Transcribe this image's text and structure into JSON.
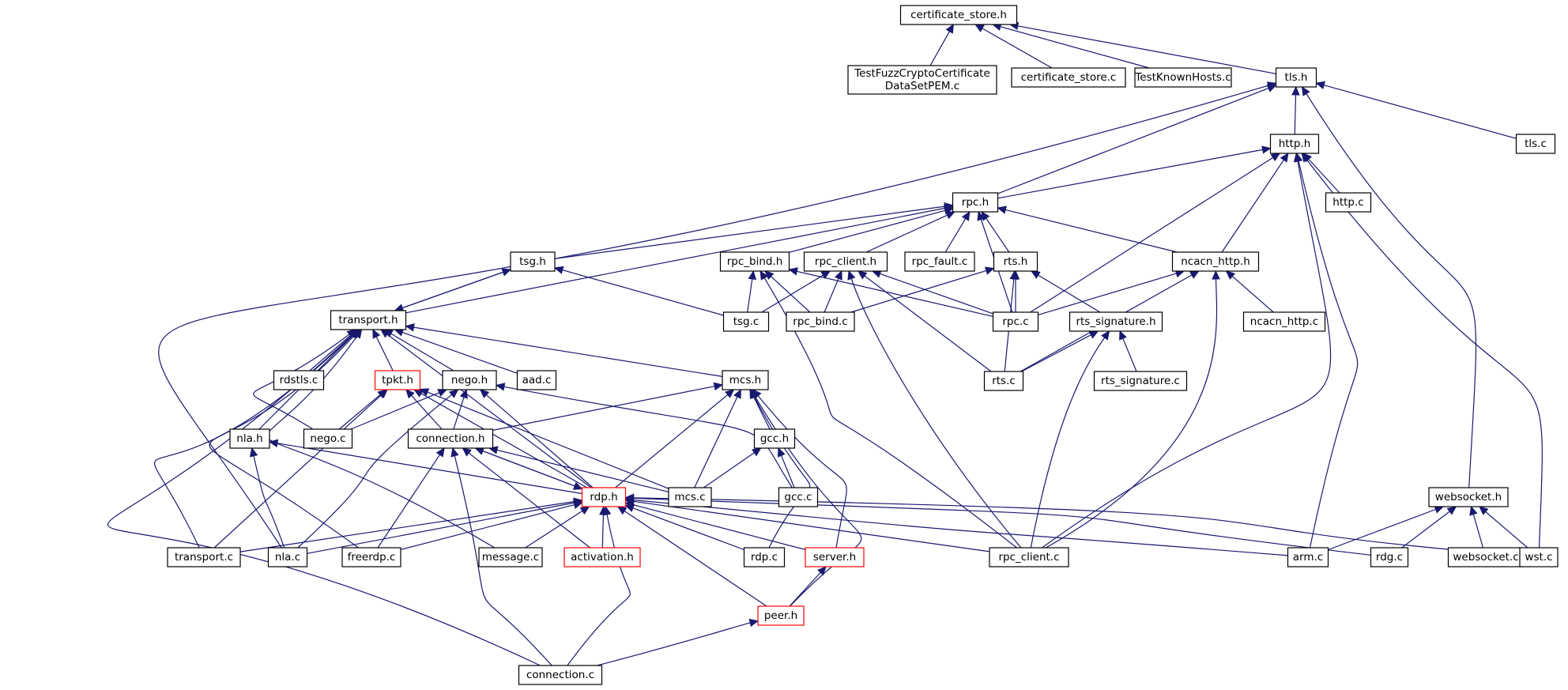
{
  "graph": {
    "title": "",
    "colors": {
      "edge": "#191970",
      "node_border": "#000000",
      "node_border_truncated": "#ff0000",
      "root_fill": "#bfbfbf",
      "node_fill": "#ffffff"
    },
    "nodes": [
      {
        "id": "certificate_store_h",
        "lines": [
          "certificate_store.h"
        ],
        "kind": "root"
      },
      {
        "id": "TestFuzzCryptoCertificateDataSetPEM_c",
        "lines": [
          "TestFuzzCryptoCertificate",
          "DataSetPEM.c"
        ],
        "kind": "normal"
      },
      {
        "id": "certificate_store_c",
        "lines": [
          "certificate_store.c"
        ],
        "kind": "normal"
      },
      {
        "id": "TestKnownHosts_c",
        "lines": [
          "TestKnownHosts.c"
        ],
        "kind": "normal"
      },
      {
        "id": "tls_h",
        "lines": [
          "tls.h"
        ],
        "kind": "normal"
      },
      {
        "id": "http_h",
        "lines": [
          "http.h"
        ],
        "kind": "normal"
      },
      {
        "id": "tls_c",
        "lines": [
          "tls.c"
        ],
        "kind": "normal"
      },
      {
        "id": "http_c",
        "lines": [
          "http.c"
        ],
        "kind": "normal"
      },
      {
        "id": "rpc_h",
        "lines": [
          "rpc.h"
        ],
        "kind": "normal"
      },
      {
        "id": "tsg_h",
        "lines": [
          "tsg.h"
        ],
        "kind": "normal"
      },
      {
        "id": "rpc_bind_h",
        "lines": [
          "rpc_bind.h"
        ],
        "kind": "normal"
      },
      {
        "id": "rpc_client_h",
        "lines": [
          "rpc_client.h"
        ],
        "kind": "normal"
      },
      {
        "id": "rpc_fault_c",
        "lines": [
          "rpc_fault.c"
        ],
        "kind": "normal"
      },
      {
        "id": "rts_h",
        "lines": [
          "rts.h"
        ],
        "kind": "normal"
      },
      {
        "id": "ncacn_http_h",
        "lines": [
          "ncacn_http.h"
        ],
        "kind": "normal"
      },
      {
        "id": "transport_h",
        "lines": [
          "transport.h"
        ],
        "kind": "normal"
      },
      {
        "id": "tsg_c",
        "lines": [
          "tsg.c"
        ],
        "kind": "normal"
      },
      {
        "id": "rpc_bind_c",
        "lines": [
          "rpc_bind.c"
        ],
        "kind": "normal"
      },
      {
        "id": "rpc_c",
        "lines": [
          "rpc.c"
        ],
        "kind": "normal"
      },
      {
        "id": "rts_signature_h",
        "lines": [
          "rts_signature.h"
        ],
        "kind": "normal"
      },
      {
        "id": "ncacn_http_c",
        "lines": [
          "ncacn_http.c"
        ],
        "kind": "normal"
      },
      {
        "id": "rdstls_c",
        "lines": [
          "rdstls.c"
        ],
        "kind": "normal"
      },
      {
        "id": "tpkt_h",
        "lines": [
          "tpkt.h"
        ],
        "kind": "truncated"
      },
      {
        "id": "nego_h",
        "lines": [
          "nego.h"
        ],
        "kind": "normal"
      },
      {
        "id": "aad_c",
        "lines": [
          "aad.c"
        ],
        "kind": "normal"
      },
      {
        "id": "mcs_h",
        "lines": [
          "mcs.h"
        ],
        "kind": "normal"
      },
      {
        "id": "rts_c",
        "lines": [
          "rts.c"
        ],
        "kind": "normal"
      },
      {
        "id": "rts_signature_c",
        "lines": [
          "rts_signature.c"
        ],
        "kind": "normal"
      },
      {
        "id": "nla_h",
        "lines": [
          "nla.h"
        ],
        "kind": "normal"
      },
      {
        "id": "nego_c",
        "lines": [
          "nego.c"
        ],
        "kind": "normal"
      },
      {
        "id": "connection_h",
        "lines": [
          "connection.h"
        ],
        "kind": "normal"
      },
      {
        "id": "gcc_h",
        "lines": [
          "gcc.h"
        ],
        "kind": "normal"
      },
      {
        "id": "mcs_c",
        "lines": [
          "mcs.c"
        ],
        "kind": "normal"
      },
      {
        "id": "gcc_c",
        "lines": [
          "gcc.c"
        ],
        "kind": "normal"
      },
      {
        "id": "rdp_h",
        "lines": [
          "rdp.h"
        ],
        "kind": "truncated"
      },
      {
        "id": "websocket_h",
        "lines": [
          "websocket.h"
        ],
        "kind": "normal"
      },
      {
        "id": "transport_c",
        "lines": [
          "transport.c"
        ],
        "kind": "normal"
      },
      {
        "id": "nla_c",
        "lines": [
          "nla.c"
        ],
        "kind": "normal"
      },
      {
        "id": "freerdp_c",
        "lines": [
          "freerdp.c"
        ],
        "kind": "normal"
      },
      {
        "id": "message_c",
        "lines": [
          "message.c"
        ],
        "kind": "normal"
      },
      {
        "id": "activation_h",
        "lines": [
          "activation.h"
        ],
        "kind": "truncated"
      },
      {
        "id": "rdp_c",
        "lines": [
          "rdp.c"
        ],
        "kind": "normal"
      },
      {
        "id": "server_h",
        "lines": [
          "server.h"
        ],
        "kind": "truncated"
      },
      {
        "id": "rpc_client_c",
        "lines": [
          "rpc_client.c"
        ],
        "kind": "normal"
      },
      {
        "id": "arm_c",
        "lines": [
          "arm.c"
        ],
        "kind": "normal"
      },
      {
        "id": "rdg_c",
        "lines": [
          "rdg.c"
        ],
        "kind": "normal"
      },
      {
        "id": "websocket_c",
        "lines": [
          "websocket.c"
        ],
        "kind": "normal"
      },
      {
        "id": "wst_c",
        "lines": [
          "wst.c"
        ],
        "kind": "normal"
      },
      {
        "id": "peer_h",
        "lines": [
          "peer.h"
        ],
        "kind": "truncated"
      },
      {
        "id": "connection_c",
        "lines": [
          "connection.c"
        ],
        "kind": "normal"
      }
    ],
    "edges": [
      [
        "TestFuzzCryptoCertificateDataSetPEM_c",
        "certificate_store_h"
      ],
      [
        "certificate_store_c",
        "certificate_store_h"
      ],
      [
        "TestKnownHosts_c",
        "certificate_store_h"
      ],
      [
        "tls_h",
        "certificate_store_h"
      ],
      [
        "http_h",
        "tls_h"
      ],
      [
        "tls_c",
        "tls_h"
      ],
      [
        "rpc_h",
        "tls_h"
      ],
      [
        "websocket_h",
        "tls_h"
      ],
      [
        "nla_c",
        "tls_h"
      ],
      [
        "http_c",
        "http_h"
      ],
      [
        "rpc_h",
        "http_h"
      ],
      [
        "ncacn_http_h",
        "http_h"
      ],
      [
        "rpc_c",
        "http_h"
      ],
      [
        "rpc_client_c",
        "http_h"
      ],
      [
        "arm_c",
        "http_h"
      ],
      [
        "wst_c",
        "http_h"
      ],
      [
        "tsg_h",
        "rpc_h"
      ],
      [
        "rpc_bind_h",
        "rpc_h"
      ],
      [
        "rpc_client_h",
        "rpc_h"
      ],
      [
        "rpc_fault_c",
        "rpc_h"
      ],
      [
        "rts_h",
        "rpc_h"
      ],
      [
        "ncacn_http_h",
        "rpc_h"
      ],
      [
        "transport_h",
        "rpc_h"
      ],
      [
        "rpc_c",
        "rpc_h"
      ],
      [
        "transport_h",
        "tsg_h"
      ],
      [
        "tsg_c",
        "tsg_h"
      ],
      [
        "tsg_c",
        "rpc_bind_h"
      ],
      [
        "rpc_bind_c",
        "rpc_bind_h"
      ],
      [
        "rpc_c",
        "rpc_bind_h"
      ],
      [
        "rpc_client_c",
        "rpc_bind_h"
      ],
      [
        "tsg_c",
        "rpc_client_h"
      ],
      [
        "rpc_bind_c",
        "rpc_client_h"
      ],
      [
        "rpc_c",
        "rpc_client_h"
      ],
      [
        "rts_c",
        "rpc_client_h"
      ],
      [
        "rpc_client_c",
        "rpc_client_h"
      ],
      [
        "rpc_c",
        "rts_h"
      ],
      [
        "rts_c",
        "rts_h"
      ],
      [
        "rpc_bind_c",
        "rts_h"
      ],
      [
        "rts_signature_h",
        "rts_h"
      ],
      [
        "rpc_c",
        "ncacn_http_h"
      ],
      [
        "rts_c",
        "ncacn_http_h"
      ],
      [
        "ncacn_http_c",
        "ncacn_http_h"
      ],
      [
        "rpc_client_c",
        "ncacn_http_h"
      ],
      [
        "rts_c",
        "rts_signature_h"
      ],
      [
        "rts_signature_c",
        "rts_signature_h"
      ],
      [
        "rpc_client_c",
        "rts_signature_h"
      ],
      [
        "tsg_h",
        "transport_h"
      ],
      [
        "rdstls_c",
        "transport_h"
      ],
      [
        "tpkt_h",
        "transport_h"
      ],
      [
        "nego_h",
        "transport_h"
      ],
      [
        "aad_c",
        "transport_h"
      ],
      [
        "mcs_h",
        "transport_h"
      ],
      [
        "nla_h",
        "transport_h"
      ],
      [
        "nego_c",
        "transport_h"
      ],
      [
        "rdp_h",
        "transport_h"
      ],
      [
        "transport_c",
        "transport_h"
      ],
      [
        "freerdp_c",
        "transport_h"
      ],
      [
        "message_c",
        "transport_h"
      ],
      [
        "connection_c",
        "transport_h"
      ],
      [
        "connection_h",
        "tpkt_h"
      ],
      [
        "nego_c",
        "tpkt_h"
      ],
      [
        "rdp_h",
        "tpkt_h"
      ],
      [
        "mcs_c",
        "tpkt_h"
      ],
      [
        "transport_c",
        "tpkt_h"
      ],
      [
        "connection_h",
        "nego_h"
      ],
      [
        "nego_c",
        "nego_h"
      ],
      [
        "rdp_h",
        "nego_h"
      ],
      [
        "nla_c",
        "nego_h"
      ],
      [
        "gcc_c",
        "nego_h"
      ],
      [
        "connection_h",
        "mcs_h"
      ],
      [
        "gcc_h",
        "mcs_h"
      ],
      [
        "mcs_c",
        "mcs_h"
      ],
      [
        "rdp_h",
        "mcs_h"
      ],
      [
        "rdp_c",
        "mcs_h"
      ],
      [
        "server_h",
        "mcs_h"
      ],
      [
        "peer_h",
        "mcs_h"
      ],
      [
        "nla_c",
        "nla_h"
      ],
      [
        "rdp_h",
        "nla_h"
      ],
      [
        "rdp_h",
        "connection_h"
      ],
      [
        "mcs_c",
        "connection_h"
      ],
      [
        "freerdp_c",
        "connection_h"
      ],
      [
        "activation_h",
        "connection_h"
      ],
      [
        "connection_c",
        "connection_h"
      ],
      [
        "mcs_c",
        "gcc_h"
      ],
      [
        "gcc_c",
        "gcc_h"
      ],
      [
        "connection_h",
        "rdp_h"
      ],
      [
        "transport_c",
        "rdp_h"
      ],
      [
        "nla_c",
        "rdp_h"
      ],
      [
        "freerdp_c",
        "rdp_h"
      ],
      [
        "message_c",
        "rdp_h"
      ],
      [
        "activation_h",
        "rdp_h"
      ],
      [
        "rdp_c",
        "rdp_h"
      ],
      [
        "server_h",
        "rdp_h"
      ],
      [
        "rpc_client_c",
        "rdp_h"
      ],
      [
        "arm_c",
        "rdp_h"
      ],
      [
        "rdg_c",
        "rdp_h"
      ],
      [
        "wst_c",
        "rdp_h"
      ],
      [
        "peer_h",
        "rdp_h"
      ],
      [
        "connection_c",
        "rdp_h"
      ],
      [
        "arm_c",
        "websocket_h"
      ],
      [
        "rdg_c",
        "websocket_h"
      ],
      [
        "websocket_c",
        "websocket_h"
      ],
      [
        "wst_c",
        "websocket_h"
      ],
      [
        "peer_h",
        "server_h"
      ],
      [
        "connection_c",
        "peer_h"
      ]
    ]
  }
}
